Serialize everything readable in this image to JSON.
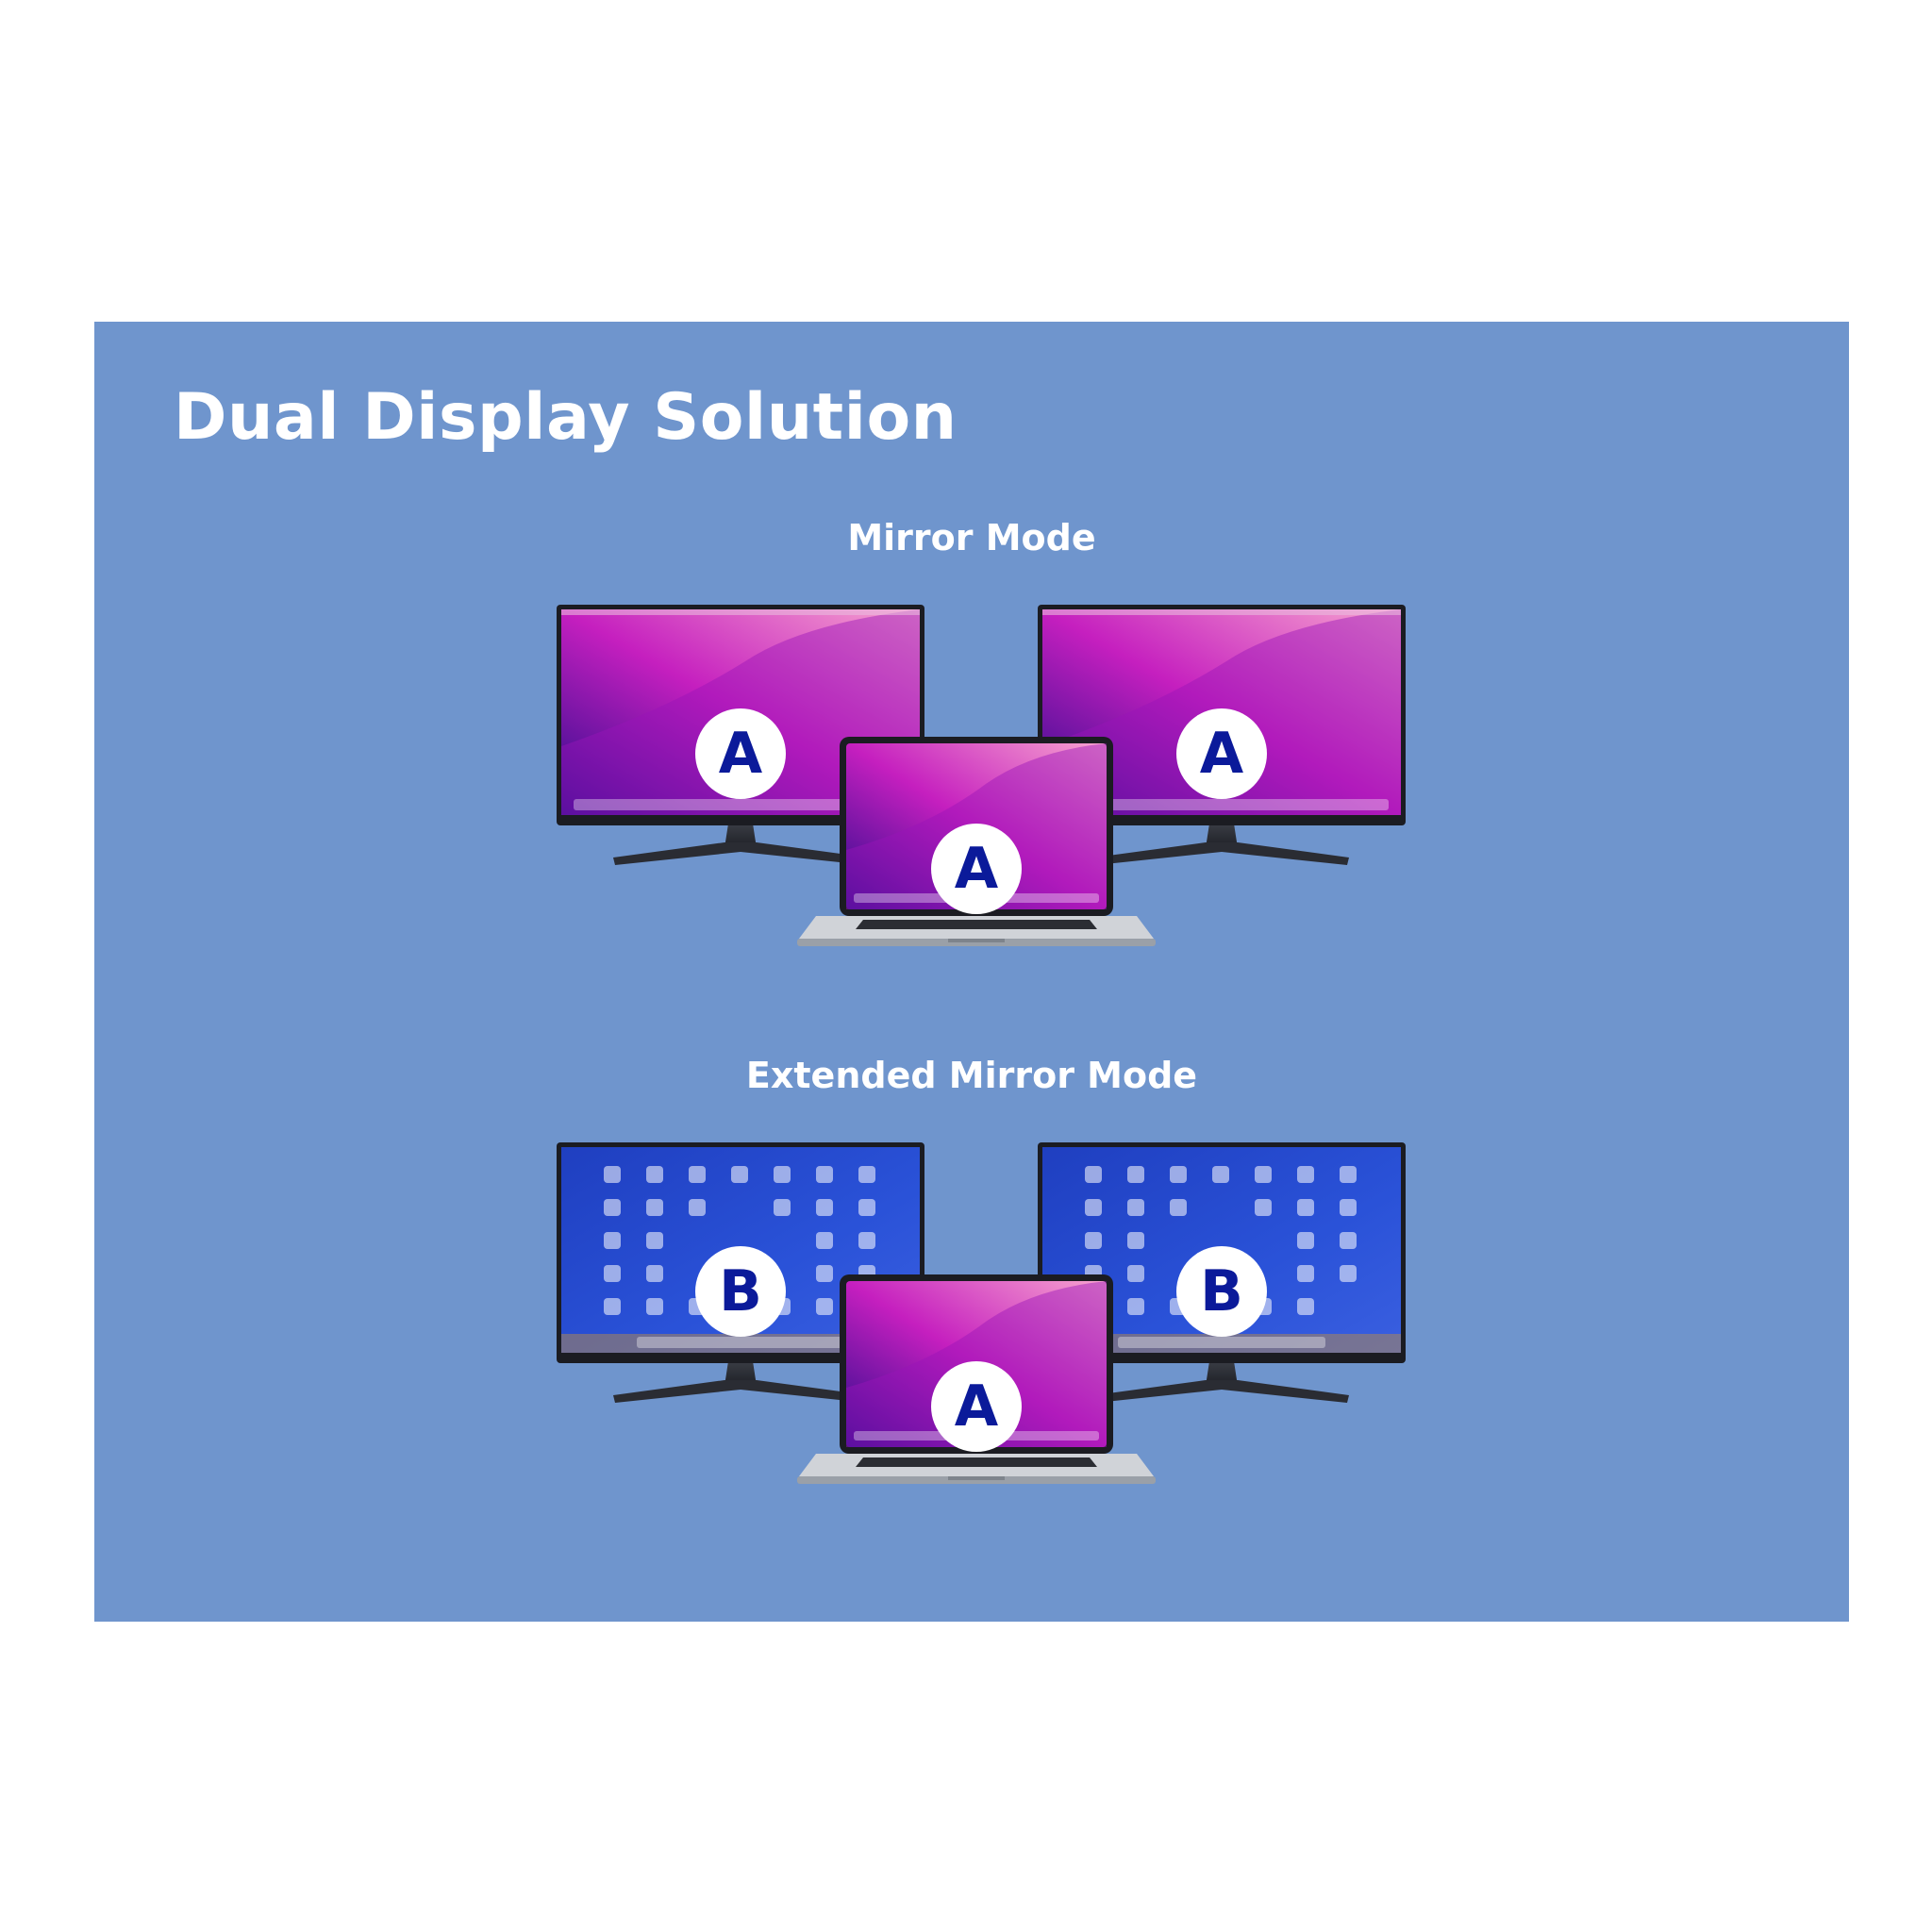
{
  "title": "Dual Display Solution",
  "colors": {
    "background": "#6f95cd",
    "badge_letter": "#0b1a9a",
    "wallpaper_a": [
      "#2a0c8c",
      "#c51fbf",
      "#f25fb0"
    ],
    "wallpaper_b": [
      "#1f3fc0",
      "#2a52d8",
      "#4a6ee0"
    ]
  },
  "sections": [
    {
      "title": "Mirror Mode",
      "left_monitor_label": "A",
      "right_monitor_label": "A",
      "laptop_label": "A"
    },
    {
      "title": "Extended Mirror Mode",
      "left_monitor_label": "B",
      "right_monitor_label": "B",
      "laptop_label": "A"
    }
  ]
}
